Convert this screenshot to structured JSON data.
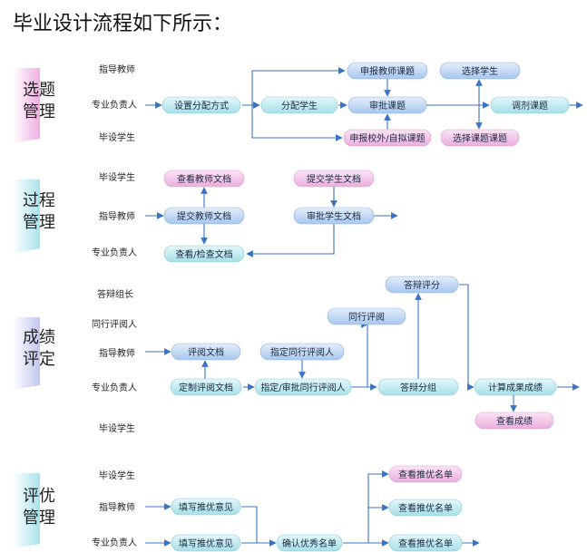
{
  "title": "毕业设计流程如下所示：",
  "colors": {
    "line": "#3b73c4",
    "pink": "#f2bde9",
    "cyan": "#bfeaf0",
    "blue": "#c2d8f3",
    "lavender": "#cdd0f3"
  },
  "sections": {
    "selection": {
      "label_line1": "选题",
      "label_line2": "管理",
      "roles": {
        "advisor": "指导教师",
        "director": "专业负责人",
        "student": "毕设学生"
      },
      "nodes": {
        "set_method": "设置分配方式",
        "assign_student": "分配学生",
        "apply_teacher_topic": "申报教师课题",
        "approve_topic": "审批课题",
        "apply_external_topic": "申报校外/自拟课题",
        "select_student": "选择学生",
        "adjust_topic": "调剂课题",
        "select_topic": "选择课题课题"
      }
    },
    "process": {
      "label_line1": "过程",
      "label_line2": "管理",
      "roles": {
        "student": "毕设学生",
        "advisor": "指导教师",
        "director": "专业负责人"
      },
      "nodes": {
        "view_teacher_docs": "查看教师文档",
        "submit_teacher_docs": "提交教师文档",
        "view_check_docs": "查看/检查文档",
        "submit_student_docs": "提交学生文档",
        "approve_student_docs": "审批学生文档"
      }
    },
    "grading": {
      "label_line1": "成绩",
      "label_line2": "评定",
      "roles": {
        "defense_leader": "答辩组长",
        "peer_reviewer": "同行评阅人",
        "advisor": "指导教师",
        "director": "专业负责人",
        "student": "毕设学生"
      },
      "nodes": {
        "review_docs": "评阅文档",
        "define_review_docs": "定制评阅文档",
        "assign_peer_reviewer": "指定同行评阅人",
        "assign_approve_peer": "指定/审批同行评阅人",
        "peer_review": "同行评阅",
        "defense_score": "答辩评分",
        "defense_group": "答辩分组",
        "compute_grade": "计算成果成绩",
        "view_grade": "查看成绩"
      }
    },
    "excellence": {
      "label_line1": "评优",
      "label_line2": "管理",
      "roles": {
        "student": "毕设学生",
        "advisor": "指导教师",
        "director": "专业负责人"
      },
      "nodes": {
        "advisor_fill_opinion": "填写推优意见",
        "director_fill_opinion": "填写推优意见",
        "confirm_list": "确认优秀名单",
        "view_list_student": "查看推优名单",
        "view_list_advisor": "查看推优名单",
        "view_list_director": "查看推优名单"
      }
    }
  }
}
